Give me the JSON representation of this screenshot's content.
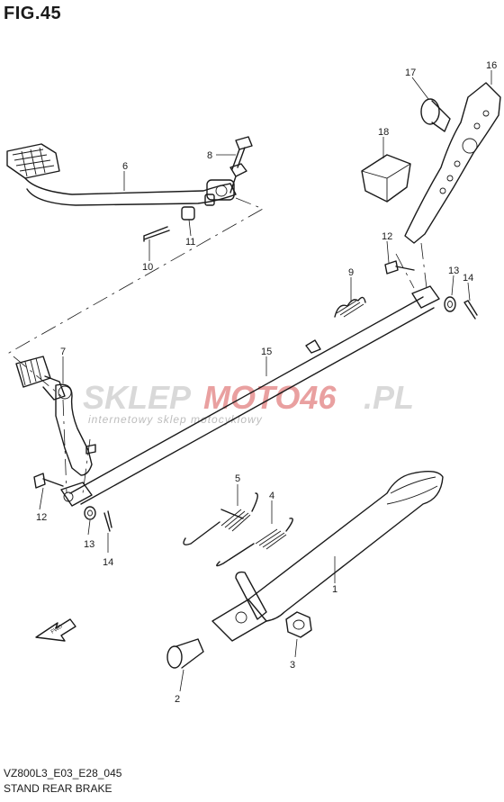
{
  "figure": {
    "title": "FIG.45",
    "model_code": "VZ800L3_E03_E28_045",
    "group_name": "STAND REAR BRAKE"
  },
  "watermark": {
    "brand_left": "SKLEP",
    "brand_red": "MOTO46",
    "brand_right": ".PL",
    "tagline": "internetowy sklep motocyklowy",
    "brand_color": "#d9d9d9",
    "accent_color": "#e9a0a0"
  },
  "callouts": {
    "c1": "1",
    "c2": "2",
    "c3": "3",
    "c4": "4",
    "c5": "5",
    "c6": "6",
    "c7": "7",
    "c8": "8",
    "c9": "9",
    "c10": "10",
    "c11": "11",
    "c12a": "12",
    "c12b": "12",
    "c13a": "13",
    "c13b": "13",
    "c14a": "14",
    "c14b": "14",
    "c15": "15",
    "c16": "16",
    "c17": "17",
    "c18": "18"
  },
  "fwd_arrow": {
    "label": "FWD"
  }
}
